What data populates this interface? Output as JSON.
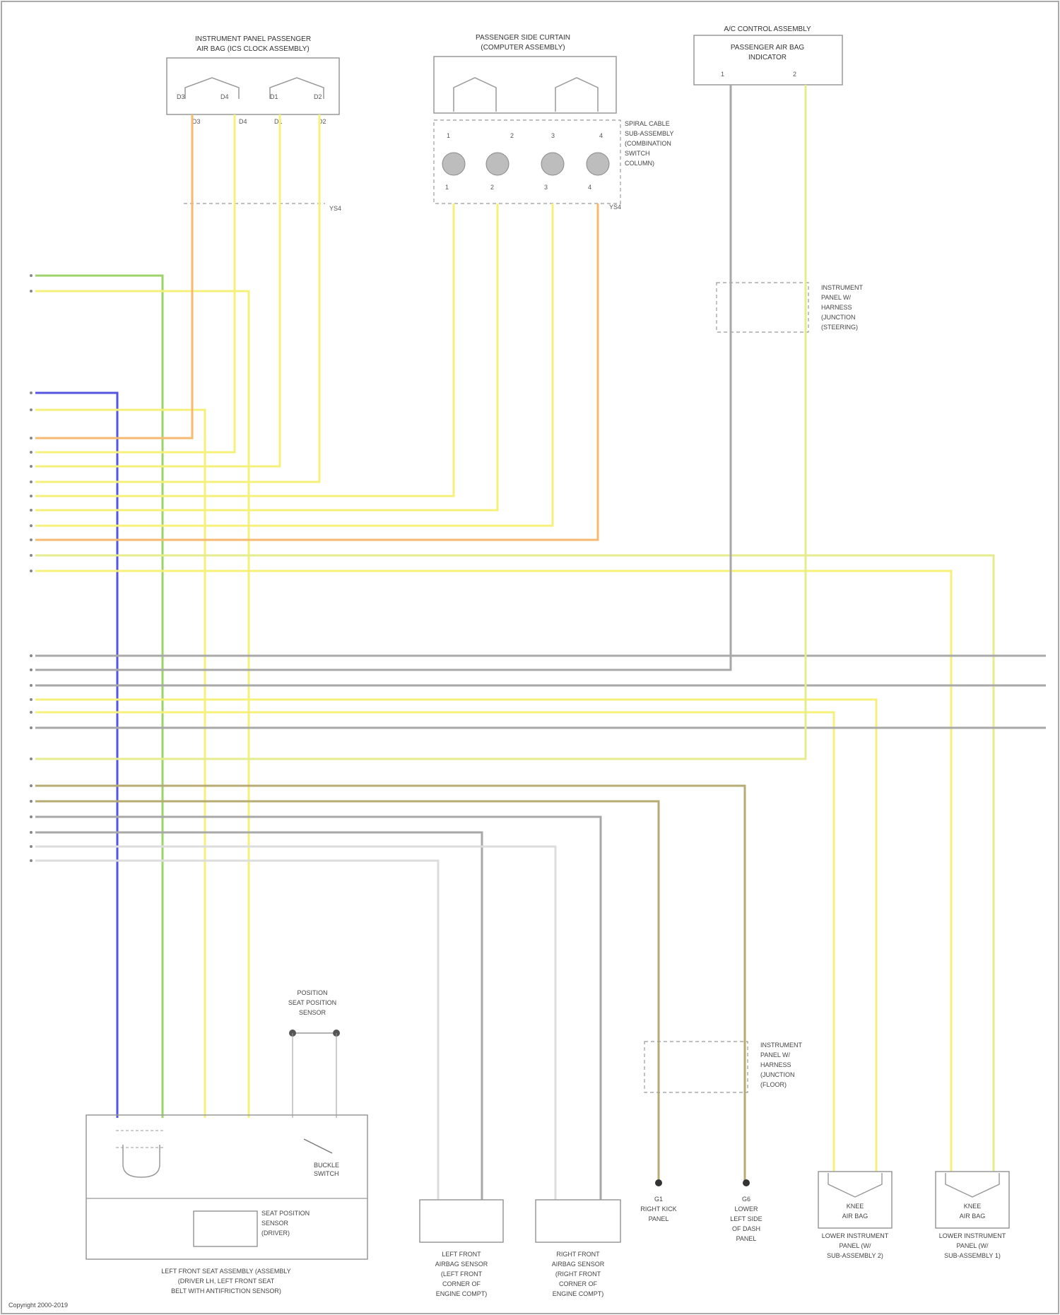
{
  "colors": {
    "GRN": "#9dd36a",
    "YEL": "#f4f07a",
    "ORN": "#f6b970",
    "BLU": "#5555e0",
    "GRY": "#a8a8a8",
    "BRN": "#b7ab74",
    "WHT": "#dddddd",
    "YELGRN": "#e5ec8e"
  },
  "components": {
    "top_left": {
      "title1": "INSTRUMENT PANEL PASSENGER",
      "title2": "AIR BAG (ICS CLOCK ASSEMBLY)"
    },
    "top_mid": {
      "title1": "PASSENGER SIDE CURTAIN",
      "title2": "(COMPUTER ASSEMBLY)"
    },
    "top_right": {
      "title1": "A/C CONTROL ASSEMBLY",
      "title2": "PASSENGER AIR BAG",
      "title3": "INDICATOR"
    },
    "spiral": {
      "lines": [
        "SPIRAL CABLE",
        "SUB-ASSEMBLY",
        "(COMBINATION",
        "SWITCH",
        "COLUMN)"
      ]
    },
    "inst_top": {
      "lines": [
        "INSTRUMENT",
        "PANEL W/",
        "HARNESS",
        "(JUNCTION",
        "(STEERING)"
      ]
    },
    "inst_bottom": {
      "lines": [
        "INSTRUMENT",
        "PANEL W/",
        "HARNESS",
        "(JUNCTION",
        "(FLOOR)"
      ]
    },
    "position_sensor": {
      "lines": [
        "POSITION",
        "SEAT POSITION",
        "SENSOR"
      ]
    },
    "buckle_switch": {
      "lines": [
        "BUCKLE",
        "SWITCH"
      ]
    },
    "occupant_sensor": {
      "lines": [
        "SEAT POSITION",
        "SENSOR",
        "(DRIVER)"
      ]
    },
    "front_seat": {
      "lines": [
        "LEFT FRONT SEAT ASSEMBLY (ASSEMBLY",
        "(DRIVER LH, LEFT FRONT SEAT",
        "BELT WITH ANTIFRICTION SENSOR)"
      ]
    },
    "left_sensor": {
      "lines": [
        "LEFT FRONT",
        "AIRBAG SENSOR",
        "(LEFT FRONT",
        "CORNER OF",
        "ENGINE COMPT)"
      ]
    },
    "right_sensor": {
      "lines": [
        "RIGHT FRONT",
        "AIRBAG SENSOR",
        "(RIGHT FRONT",
        "CORNER OF",
        "ENGINE COMPT)"
      ]
    },
    "ground_left": {
      "lines": [
        "G1",
        "RIGHT KICK",
        "PANEL"
      ]
    },
    "ground_right": {
      "lines": [
        "G6",
        "LOWER",
        "LEFT SIDE",
        "OF DASH",
        "PANEL"
      ]
    },
    "knee_left": {
      "lines": [
        "KNEE",
        "AIR BAG",
        "LOWER INSTRUMENT",
        "PANEL (W/",
        "SUB-ASSEMBLY 2)"
      ]
    },
    "knee_right": {
      "lines": [
        "KNEE",
        "AIR BAG",
        "LOWER INSTRUMENT",
        "PANEL (W/",
        "SUB-ASSEMBLY 1)"
      ]
    }
  },
  "footer": {
    "credit": "Copyright 2000-2019"
  }
}
